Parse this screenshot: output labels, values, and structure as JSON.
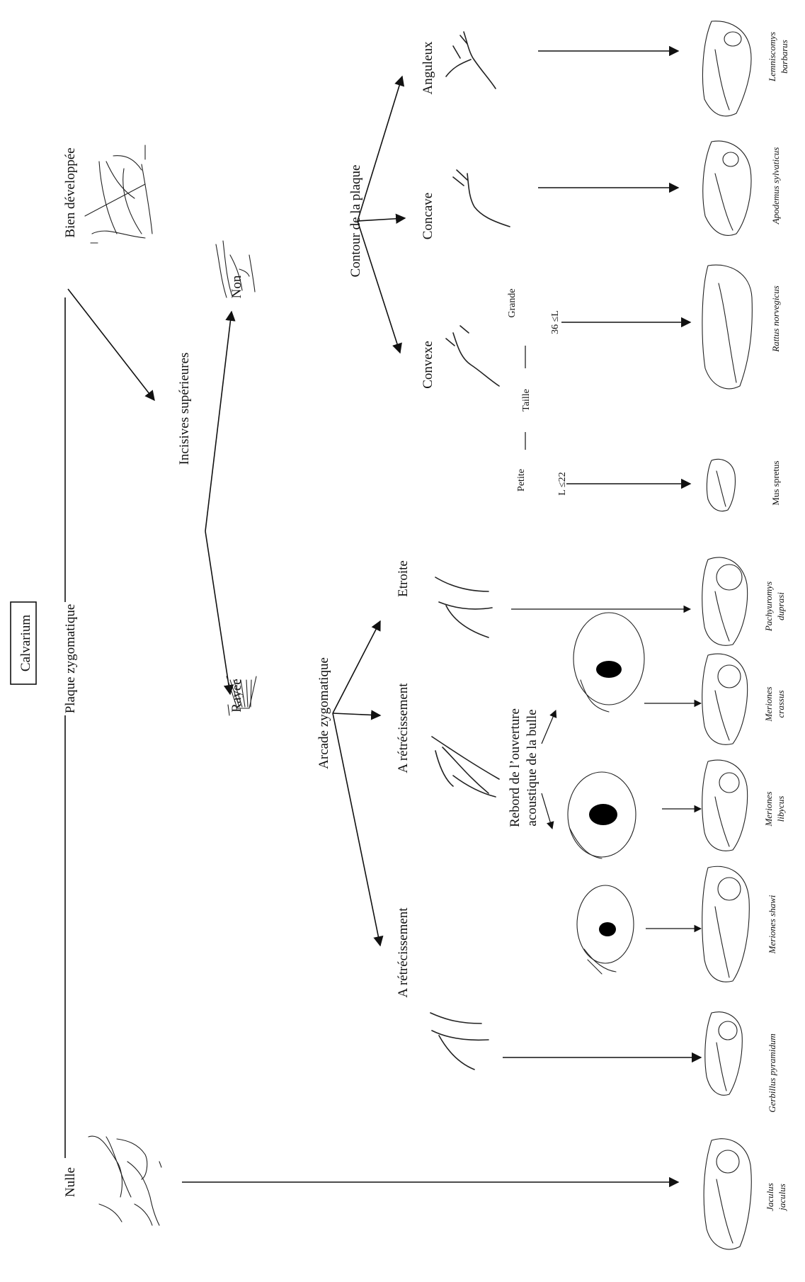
{
  "title": "Calvarium",
  "nodes": {
    "plaque_zygomatique": "Plaque zygomatique",
    "nulle": "Nulle",
    "bien_developpee": "Bien développée",
    "incisives_superieures": "Incisives supérieures",
    "non": "Non",
    "rayee": "Rayée",
    "contour_plaque": "Contour de la plaque",
    "convexe": "Convexe",
    "concave": "Concave",
    "anguleux": "Anguleux",
    "taille": "Taille",
    "petite": "Petite",
    "grande": "Grande",
    "petite_rule": "L ≤22",
    "grande_rule": "36 ≤L",
    "arcade_zygomatique": "Arcade zygomatique",
    "a_retrecissement_1": "A rétrécissement",
    "a_retrecissement_2": "A rétrécissement",
    "etroite": "Etroite",
    "rebord_line1": "Rebord de l’ouverture",
    "rebord_line2": "acoustique de la bulle"
  },
  "species": {
    "jaculus_line1": "Jaculus",
    "jaculus_line2": "jaculus",
    "gerbillus": "Gerbillus pyramidum",
    "meriones_shawi": "Meriones shawi",
    "meriones_libycus_line1": "Meriones",
    "meriones_libycus_line2": "libycus",
    "meriones_crassus_line1": "Meriones",
    "meriones_crassus_line2": "crassus",
    "pachyuromys_line1": "Pachyuromys",
    "pachyuromys_line2": "duprasi",
    "mus_spretus": "Mus spretus",
    "rattus": "Rattus norvegicus",
    "apodemus": "Apodemus sylvaticus",
    "lemniscomys_line1": "Lemniscomys",
    "lemniscomys_line2": "barbarus"
  }
}
